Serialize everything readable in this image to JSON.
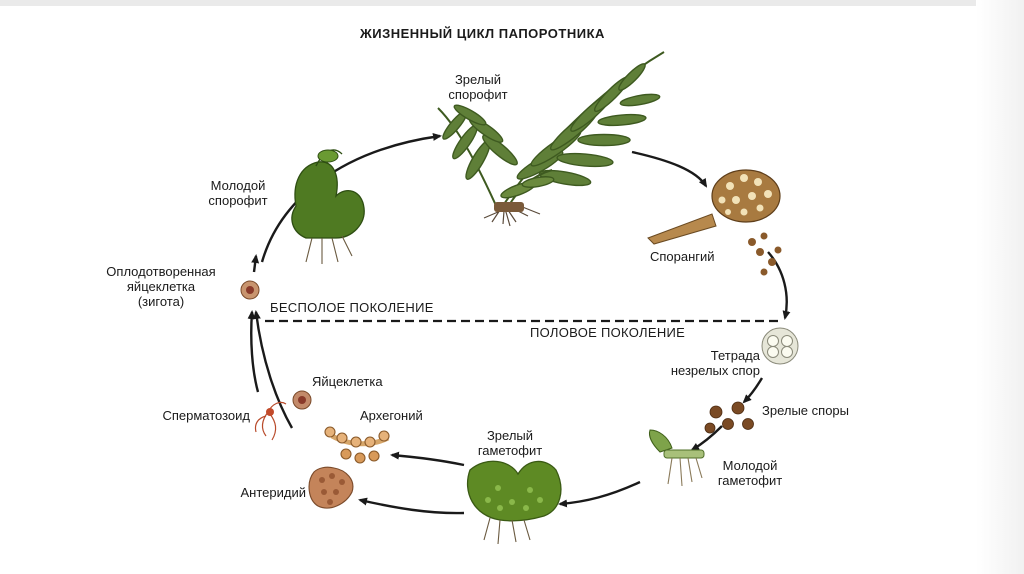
{
  "title": "ЖИЗНЕННЫЙ ЦИКЛ ПАПОРОТНИКА",
  "generations": {
    "asexual": "БЕСПОЛОЕ ПОКОЛЕНИЕ",
    "sexual": "ПОЛОВОЕ ПОКОЛЕНИЕ"
  },
  "stages": {
    "mature_sporophyte": [
      "Зрелый",
      "спорофит"
    ],
    "sporangium": [
      "Спорангий"
    ],
    "tetrad": [
      "Тетрада",
      "незрелых спор"
    ],
    "mature_spores": [
      "Зрелые споры"
    ],
    "young_gametophyte": [
      "Молодой",
      "гаметофит"
    ],
    "mature_gametophyte": [
      "Зрелый",
      "гаметофит"
    ],
    "archegonium": [
      "Архегоний"
    ],
    "egg": [
      "Яйцеклетка"
    ],
    "antheridium": [
      "Антеридий"
    ],
    "spermatozoid": [
      "Сперматозоид"
    ],
    "zygote": [
      "Оплодотворенная",
      "яйцеклетка",
      "(зигота)"
    ],
    "young_sporophyte": [
      "Молодой",
      "спорофит"
    ]
  },
  "colors": {
    "fern_green": "#5f7f38",
    "moss_green": "#6e9a2a",
    "spore_brown": "#8a5a2b",
    "arrow": "#1a1a1a"
  }
}
